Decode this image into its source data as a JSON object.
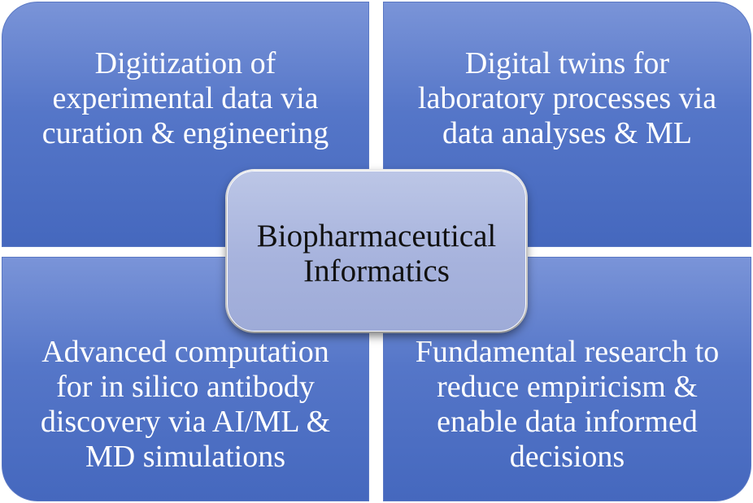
{
  "diagram": {
    "quadrants": {
      "top_left": {
        "lines": [
          "Digitization of",
          "experimental data via",
          "curation & engineering"
        ]
      },
      "top_right": {
        "lines": [
          "Digital twins for",
          "laboratory processes via",
          "data analyses & ML"
        ]
      },
      "bottom_left": {
        "lines": [
          "Advanced computation",
          "for in silico antibody",
          "discovery via AI/ML &",
          "MD simulations"
        ]
      },
      "bottom_right": {
        "lines": [
          "Fundamental research to",
          "reduce empiricism &",
          "enable data informed",
          "decisions"
        ]
      }
    },
    "center": {
      "lines": [
        "Biopharmaceutical",
        "Informatics"
      ]
    },
    "colors": {
      "quadrant_fill": "#5576c8",
      "center_fill": "#a7b3dd",
      "quadrant_text": "#ffffff",
      "center_text": "#111111"
    }
  }
}
